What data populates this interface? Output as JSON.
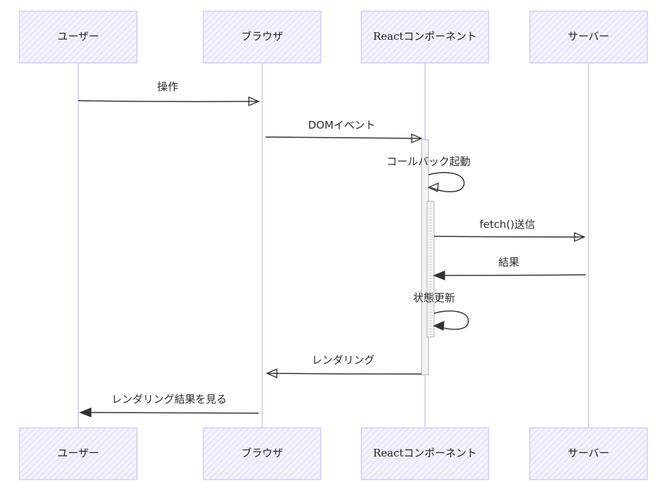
{
  "participants": [
    {
      "id": "user",
      "label": "ユーザー"
    },
    {
      "id": "browser",
      "label": "ブラウザ"
    },
    {
      "id": "react",
      "label": "Reactコンポーネント"
    },
    {
      "id": "server",
      "label": "サーバー"
    }
  ],
  "messages": [
    {
      "id": "m1",
      "from": "user",
      "to": "browser",
      "label": "操作"
    },
    {
      "id": "m2",
      "from": "browser",
      "to": "react",
      "label": "DOMイベント"
    },
    {
      "id": "m3",
      "from": "react",
      "to": "react",
      "label": "コールバック起動"
    },
    {
      "id": "m4",
      "from": "react",
      "to": "server",
      "label": "fetch()送信"
    },
    {
      "id": "m5",
      "from": "server",
      "to": "react",
      "label": "結果"
    },
    {
      "id": "m6",
      "from": "react",
      "to": "react",
      "label": "状態更新"
    },
    {
      "id": "m7",
      "from": "react",
      "to": "browser",
      "label": "レンダリング"
    },
    {
      "id": "m8",
      "from": "browser",
      "to": "user",
      "label": "レンダリング結果を見る"
    }
  ],
  "colors": {
    "actor_fill": "#ebeafd",
    "actor_stroke": "#d2cff7",
    "lifeline": "#d9d6f3",
    "arrow": "#333333",
    "activation_fill": "#f3f3f3",
    "activation_stroke": "#bcbcbc"
  }
}
